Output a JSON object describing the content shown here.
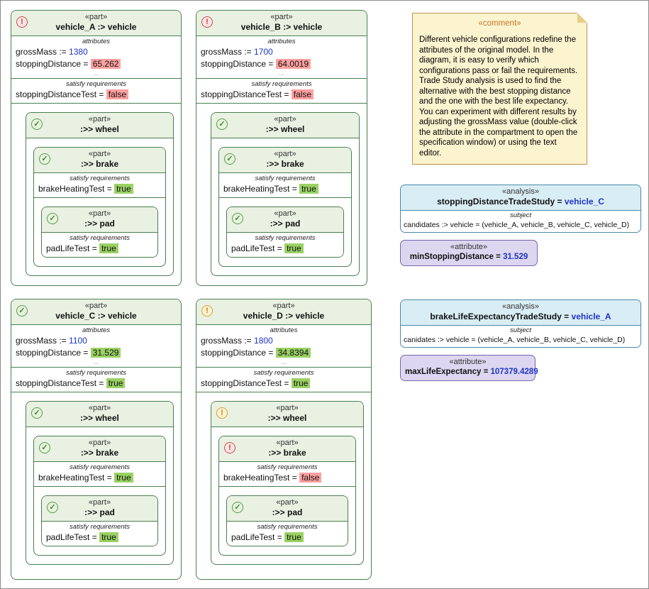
{
  "icons": {
    "error": "!",
    "warning": "!",
    "check": "✓"
  },
  "common": {
    "part_stereotype": "«part»",
    "attributes_label": "attributes",
    "satisfy_label": "satisfy requirements",
    "ellipsis": "...",
    "wheel_title": ":>> wheel",
    "brake_title": ":>> brake",
    "pad_title": ":>> pad"
  },
  "vehicles": [
    {
      "title": "vehicle_A :> vehicle",
      "gross_mass_label": "grossMass := ",
      "gross_mass": "1380",
      "stopping_label": "stoppingDistance = ",
      "stopping_value": "65.262",
      "test_label": "stoppingDistanceTest = ",
      "test_value": "false",
      "brake_test_label": "brakeHeatingTest = ",
      "brake_test_value": "true",
      "pad_test_label": "padLifeTest = ",
      "pad_test_value": "true"
    },
    {
      "title": "vehicle_B :> vehicle",
      "gross_mass_label": "grossMass := ",
      "gross_mass": "1700",
      "stopping_label": "stoppingDistance = ",
      "stopping_value": "64.0019",
      "test_label": "stoppingDistanceTest = ",
      "test_value": "false",
      "brake_test_label": "brakeHeatingTest = ",
      "brake_test_value": "true",
      "pad_test_label": "padLifeTest = ",
      "pad_test_value": "true"
    },
    {
      "title": "vehicle_C :> vehicle",
      "gross_mass_label": "grossMass := ",
      "gross_mass": "1100",
      "stopping_label": "stoppingDistance = ",
      "stopping_value": "31.529",
      "test_label": "stoppingDistanceTest = ",
      "test_value": "true",
      "brake_test_label": "brakeHeatingTest = ",
      "brake_test_value": "true",
      "pad_test_label": "padLifeTest = ",
      "pad_test_value": "true"
    },
    {
      "title": "vehicle_D :> vehicle",
      "gross_mass_label": "grossMass := ",
      "gross_mass": "1800",
      "stopping_label": "stoppingDistance = ",
      "stopping_value": "34.8394",
      "test_label": "stoppingDistanceTest = ",
      "test_value": "true",
      "brake_test_label": "brakeHeatingTest = ",
      "brake_test_value": "false",
      "pad_test_label": "padLifeTest = ",
      "pad_test_value": "true"
    }
  ],
  "comment": {
    "stereotype": "«comment»",
    "text": "Different vehicle configurations redefine the attributes of the original model. In the diagram, it is easy to verify which configurations pass or fail the requirements. Trade Study analysis is used to find the alternative with the best stopping distance and the one with the best life expectancy. You can experiment with different results by adjusting the grossMass value (double-click the attribute in the compartment to open the specification window) or using the text editor."
  },
  "analyses": [
    {
      "stereotype": "«analysis»",
      "title_label": "stoppingDistanceTradeStudy = ",
      "title_value": "vehicle_C",
      "subject_label": "subject",
      "subject_line": "candidates :> vehicle = (vehicle_A, vehicle_B, vehicle_C, vehicle_D)"
    },
    {
      "stereotype": "«analysis»",
      "title_label": "brakeLifeExpectancyTradeStudy = ",
      "title_value": "vehicle_A",
      "subject_label": "subject",
      "subject_line": "canidates :> vehicle = (vehicle_A, vehicle_B, vehicle_C, vehicle_D)"
    }
  ],
  "attribute_blocks": [
    {
      "stereotype": "«attribute»",
      "label": "minStoppingDistance = ",
      "value": "31.529"
    },
    {
      "stereotype": "«attribute»",
      "label": "maxLifeExpectancy = ",
      "value": "107379.4289"
    }
  ]
}
